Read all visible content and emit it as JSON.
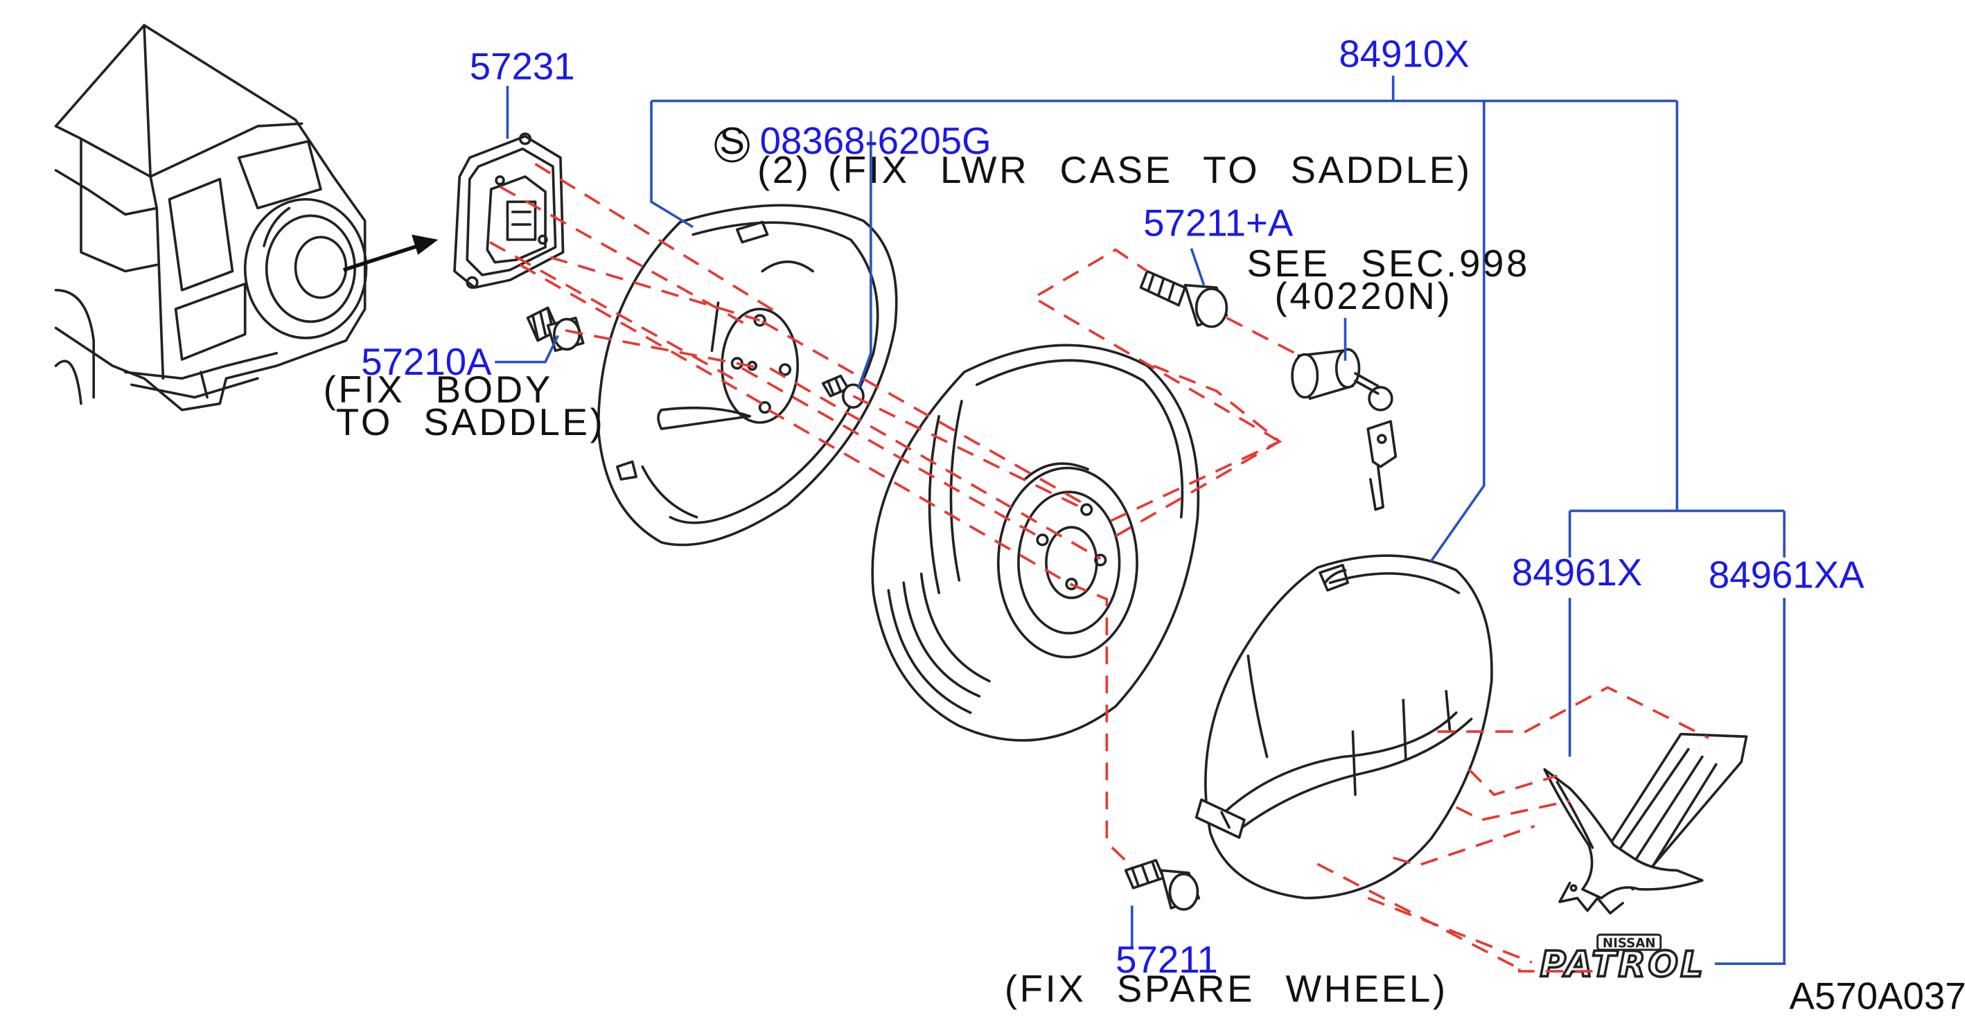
{
  "callouts": {
    "saddle": "57231",
    "saddle_bolt": "57210A",
    "screw": "08368-6205G",
    "spare_lock": "57211+A",
    "wheel_nut": "57211",
    "cover_kit": "84910X",
    "emblem_eagle": "84961X",
    "emblem_patrol": "84961XA"
  },
  "notes": {
    "standard_mark": "S",
    "screw_qty": "(2)",
    "screw_usage": "(FIX  LWR  CASE  TO  SADDLE)",
    "see_section": "SEE  SEC.998",
    "see_section_part": "(40220N)",
    "saddle_bolt_line1": "(FIX  BODY",
    "saddle_bolt_line2": "TO  SADDLE)",
    "wheel_nut_usage": "(FIX  SPARE  WHEEL)"
  },
  "emblem": {
    "badge": "NISSAN",
    "wordmark": "PATROL"
  },
  "drawing_id": "A570A037",
  "colors": {
    "part_number": "#1a1ae6",
    "leader_line": "#2a52be",
    "assembly_dash": "#e53935",
    "ink": "#222222"
  },
  "icons": [
    "rear-view-vehicle-icon",
    "saddle-bracket-icon",
    "bolt-icon",
    "spare-tire-cover-lower-icon",
    "spare-wheel-icon",
    "lock-cylinder-icon",
    "key-icon",
    "spare-tire-cover-upper-icon",
    "eagle-emblem-icon",
    "patrol-emblem-icon"
  ]
}
